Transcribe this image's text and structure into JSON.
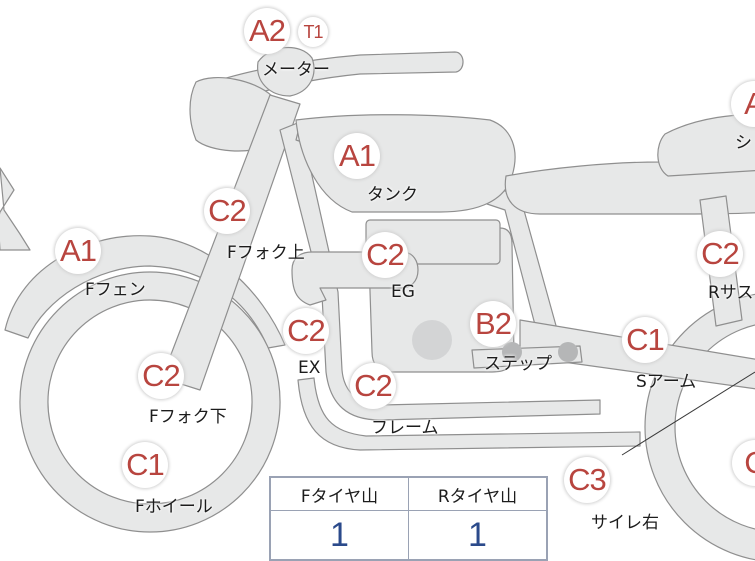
{
  "parts": [
    {
      "id": "meter",
      "badge": "A2",
      "label": "メーター"
    },
    {
      "id": "tank",
      "badge": "A1",
      "label": "タンク"
    },
    {
      "id": "seat",
      "badge": "A",
      "label": "シ"
    },
    {
      "id": "f-fork-upper",
      "badge": "C2",
      "label": "Fフォク上"
    },
    {
      "id": "f-fender",
      "badge": "A1",
      "label": "Fフェン"
    },
    {
      "id": "engine",
      "badge": "C2",
      "label": "EG"
    },
    {
      "id": "r-suspension",
      "badge": "C2",
      "label": "Rサス"
    },
    {
      "id": "exhaust",
      "badge": "C2",
      "label": "EX"
    },
    {
      "id": "step",
      "badge": "B2",
      "label": "ステップ"
    },
    {
      "id": "swing-arm",
      "badge": "C1",
      "label": "Sアーム"
    },
    {
      "id": "f-fork-lower",
      "badge": "C2",
      "label": "Fフォク下"
    },
    {
      "id": "frame",
      "badge": "C2",
      "label": "フレーム"
    },
    {
      "id": "f-wheel",
      "badge": "C1",
      "label": "Fホイール"
    },
    {
      "id": "silencer-right",
      "badge": "C3",
      "label": "サイレ右"
    },
    {
      "id": "r-wheel",
      "badge": "C",
      "label": ""
    }
  ],
  "meter_extra_badge": "T1",
  "tire_table": {
    "headers": [
      "Fタイヤ山",
      "Rタイヤ山"
    ],
    "values": [
      "1",
      "1"
    ]
  }
}
